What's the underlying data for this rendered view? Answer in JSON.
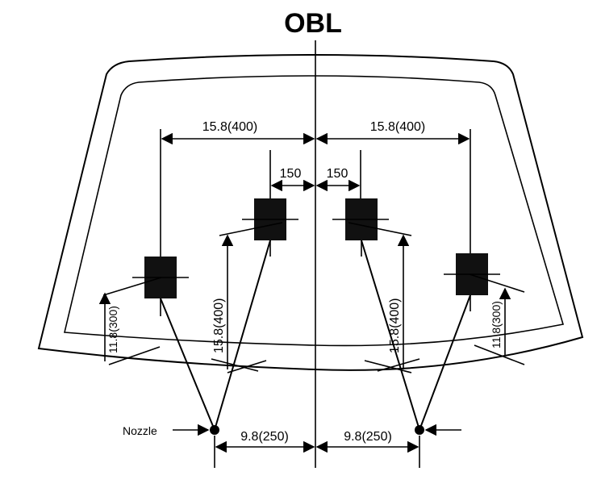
{
  "title": "OBL",
  "labels": {
    "spacing_left": "15.8(400)",
    "spacing_right": "15.8(400)",
    "gap_left": "150",
    "gap_right": "150",
    "inner_height_left": "15.8(400)",
    "inner_height_right": "15.8(400)",
    "outer_height_left": "11.8(300)",
    "outer_height_right": "11.8(300)",
    "nozzle_offset_left": "9.8(250)",
    "nozzle_offset_right": "9.8(250)",
    "nozzle": "Nozzle"
  }
}
